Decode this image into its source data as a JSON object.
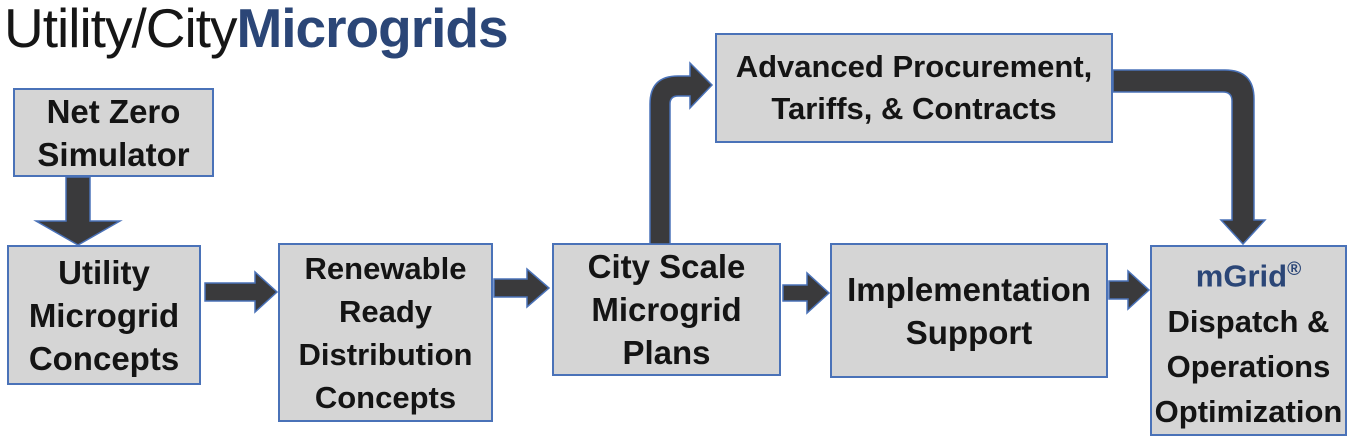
{
  "title": {
    "prefix": "Utility/City",
    "accent": "Microgrids"
  },
  "colors": {
    "box_fill": "#d5d5d5",
    "box_border": "#4a72b8",
    "arrow_fill": "#3a3a3c",
    "arrow_outline": "#4a72b8",
    "accent_text": "#2B4677",
    "body_text": "#141414"
  },
  "boxes": [
    {
      "id": "net-zero-simulator",
      "label": "Net Zero\nSimulator"
    },
    {
      "id": "utility-microgrid-concepts",
      "label": "Utility\nMicrogrid\nConcepts"
    },
    {
      "id": "renewable-ready-distribution",
      "label": "Renewable\nReady\nDistribution\nConcepts"
    },
    {
      "id": "city-scale-microgrid-plans",
      "label": "City Scale\nMicrogrid\nPlans"
    },
    {
      "id": "advanced-procurement",
      "label": "Advanced Procurement,\nTariffs, & Contracts"
    },
    {
      "id": "implementation-support",
      "label": "Implementation\nSupport"
    },
    {
      "id": "mgrid-dispatch",
      "brand": "mGrid",
      "reg": "®",
      "label": "Dispatch &\nOperations\nOptimization"
    }
  ],
  "connections": [
    {
      "from": "net-zero-simulator",
      "to": "utility-microgrid-concepts",
      "direction": "down"
    },
    {
      "from": "utility-microgrid-concepts",
      "to": "renewable-ready-distribution",
      "direction": "right"
    },
    {
      "from": "renewable-ready-distribution",
      "to": "city-scale-microgrid-plans",
      "direction": "right"
    },
    {
      "from": "city-scale-microgrid-plans",
      "to": "advanced-procurement",
      "direction": "up-right elbow"
    },
    {
      "from": "city-scale-microgrid-plans",
      "to": "implementation-support",
      "direction": "right"
    },
    {
      "from": "implementation-support",
      "to": "mgrid-dispatch",
      "direction": "right"
    },
    {
      "from": "advanced-procurement",
      "to": "mgrid-dispatch",
      "direction": "right-down elbow"
    }
  ]
}
